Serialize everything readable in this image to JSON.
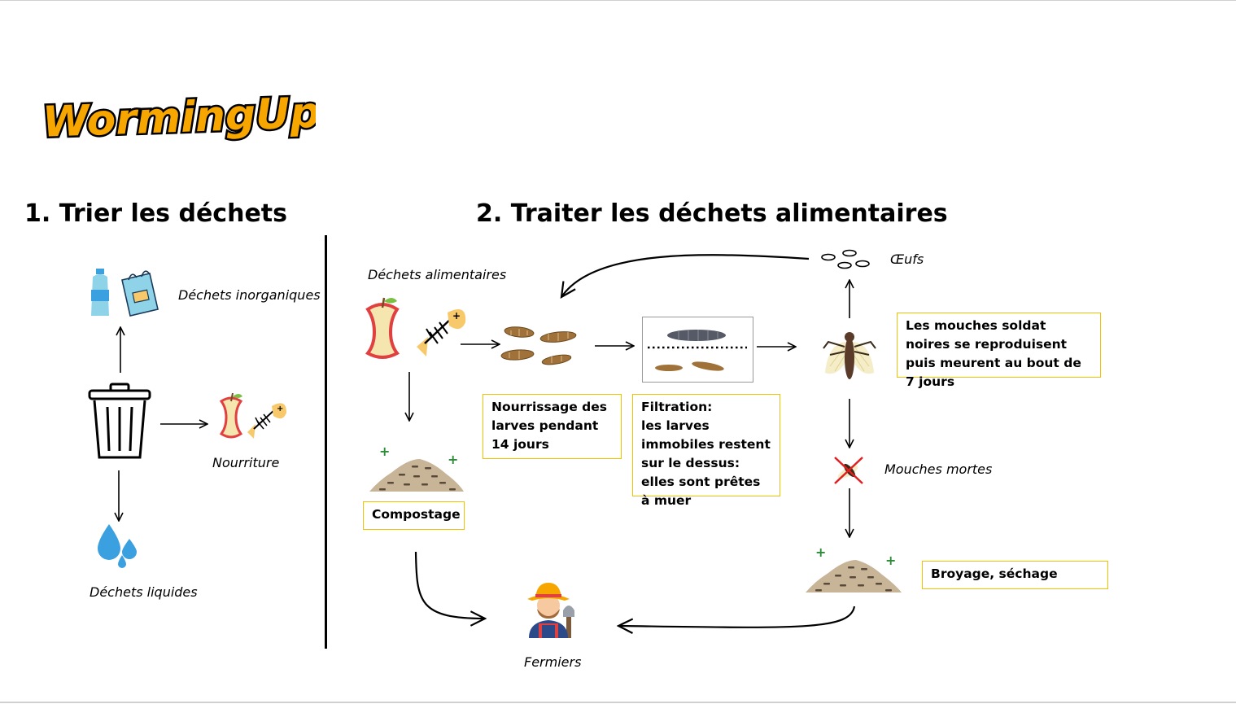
{
  "logo": {
    "text": "WormingUp",
    "fill": "#f7a600",
    "outline": "#000000"
  },
  "section1": {
    "title": "1. Trier les déchets"
  },
  "section2": {
    "title": "2. Traiter les déchets alimentaires"
  },
  "labels": {
    "inorganic": "Déchets inorganiques",
    "food": "Nourriture",
    "liquid": "Déchets liquides",
    "food_waste": "Déchets alimentaires",
    "eggs": "Œufs",
    "dead_flies": "Mouches mortes",
    "farmers": "Fermiers"
  },
  "boxes": {
    "feeding": "Nourrissage des larves pendant 14 jours",
    "filtration": "Filtration:\nles larves immobiles restent sur le dessus: elles sont prêtes à muer",
    "flies": "Les mouches soldat noires se reproduisent puis meurent au bout de 7 jours",
    "composting": "Compostage",
    "grinding": "Broyage, séchage"
  },
  "colors": {
    "box_border": "#f2c100",
    "larva": "#a0723a",
    "compost": "#c8b497",
    "water": "#3aa0e0",
    "plus": "#2e8b3a"
  },
  "icons": [
    "bottle-icon",
    "bag-icon",
    "trash-can-icon",
    "apple-core-icon",
    "fish-bone-icon",
    "water-drops-icon",
    "larvae-icon",
    "pupa-icon",
    "eggs-icon",
    "fly-icon",
    "dead-fly-icon",
    "compost-pile-icon",
    "farmer-icon"
  ]
}
